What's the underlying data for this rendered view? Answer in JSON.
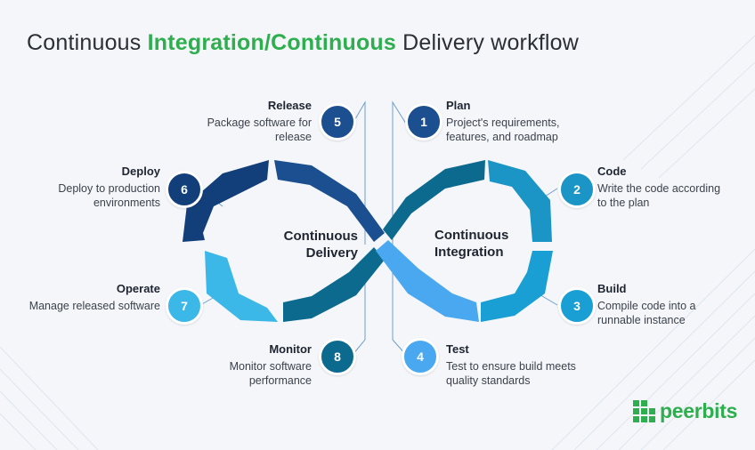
{
  "title": {
    "part1": "Continuous ",
    "highlight": "Integration/Continuous",
    "part2": " Delivery workflow"
  },
  "colors": {
    "accent_green": "#2eae4f",
    "navy": "#1b4f8f",
    "dark_navy": "#123f7a",
    "teal_dark": "#0c6a8e",
    "teal_mid": "#1a95c6",
    "sky": "#3bb8e8",
    "light_blue": "#4aa8f0"
  },
  "center": {
    "delivery": [
      "Continuous",
      "Delivery"
    ],
    "integration": [
      "Continuous",
      "Integration"
    ]
  },
  "steps": [
    {
      "number": "1",
      "title": "Plan",
      "description": [
        "Project's requirements,",
        "features, and roadmap"
      ]
    },
    {
      "number": "2",
      "title": "Code",
      "description": [
        "Write the code according",
        "to the plan"
      ]
    },
    {
      "number": "3",
      "title": "Build",
      "description": [
        "Compile code into a",
        "runnable instance"
      ]
    },
    {
      "number": "4",
      "title": "Test",
      "description": [
        "Test to ensure build meets",
        "quality standards"
      ]
    },
    {
      "number": "5",
      "title": "Release",
      "description": [
        "Package software for",
        "release"
      ]
    },
    {
      "number": "6",
      "title": "Deploy",
      "description": [
        "Deploy to production",
        "environments"
      ]
    },
    {
      "number": "7",
      "title": "Operate",
      "description": [
        "Manage released software"
      ]
    },
    {
      "number": "8",
      "title": "Monitor",
      "description": [
        "Monitor software",
        "performance"
      ]
    }
  ],
  "logo": {
    "text": "peerbits",
    "icon": "peerbits-logo-icon"
  }
}
